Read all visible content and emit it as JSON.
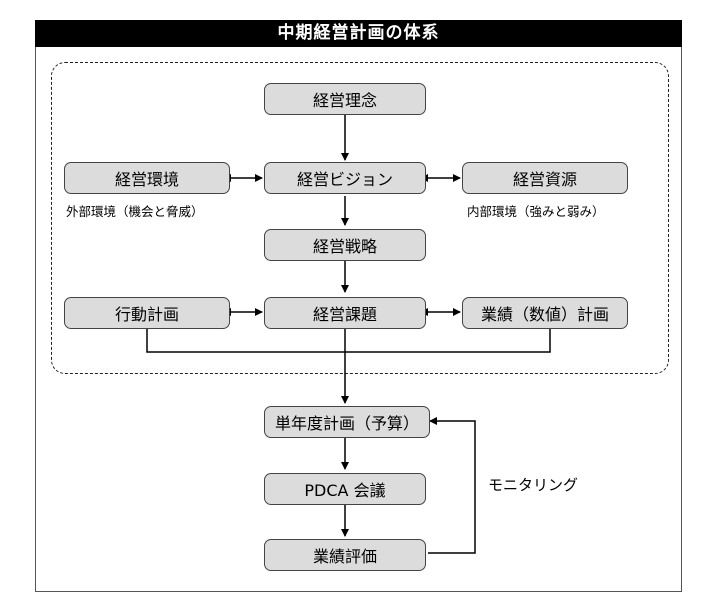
{
  "title": "中期経営計画の体系",
  "nodes": {
    "philosophy": "経営理念",
    "environment": "経営環境",
    "vision": "経営ビジョン",
    "resources": "経営資源",
    "strategy": "経営戦略",
    "action_plan": "行動計画",
    "issues": "経営課題",
    "numerical_plan": "業績（数値）計画",
    "annual_plan": "単年度計画（予算）",
    "pdca": "PDCA 会議",
    "evaluation": "業績評価"
  },
  "notes": {
    "external": "外部環境（機会と脅威）",
    "internal": "内部環境（強みと弱み）"
  },
  "monitoring_label": "モニタリング"
}
